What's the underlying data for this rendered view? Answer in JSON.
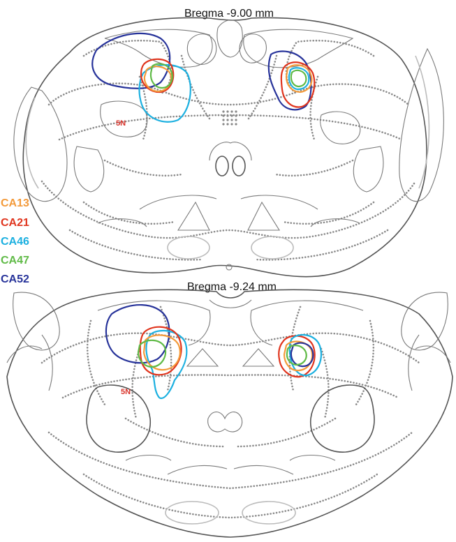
{
  "sections": [
    {
      "title": "Bregma -9.00 mm",
      "nucleus_label": "5N"
    },
    {
      "title": "Bregma -9.24 mm",
      "nucleus_label": "5N"
    }
  ],
  "legend": [
    {
      "label": "CA13",
      "color": "#f39a3a"
    },
    {
      "label": "CA21",
      "color": "#e0351e"
    },
    {
      "label": "CA46",
      "color": "#1cb0e0"
    },
    {
      "label": "CA47",
      "color": "#5fba46"
    },
    {
      "label": "CA52",
      "color": "#27339a"
    }
  ],
  "nucleus_label_color": "#d9332a"
}
